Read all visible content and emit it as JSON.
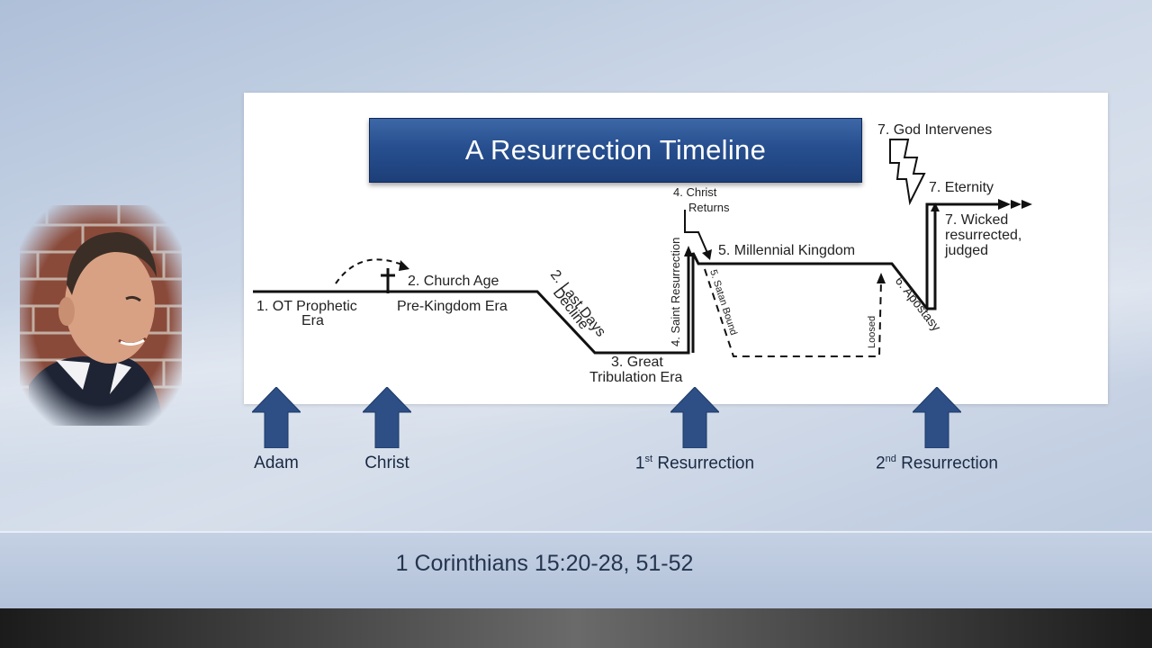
{
  "slide": {
    "title": "A Resurrection Timeline",
    "scripture_reference": "1 Corinthians 15:20-28, 51-52"
  },
  "diagram": {
    "labels": {
      "ot_prophetic_line1": "1. OT Prophetic",
      "ot_prophetic_line2": "Era",
      "church_age": "2. Church Age",
      "pre_kingdom": "Pre-Kingdom Era",
      "last_days_line1": "2. Last Days",
      "last_days_line2": "Decline",
      "great_trib_line1": "3. Great",
      "great_trib_line2": "Tribulation Era",
      "saint_resurrection": "4. Saint Resurrection",
      "christ_returns_line1": "4. Christ",
      "christ_returns_line2": "Returns",
      "millennial_kingdom": "5. Millennial Kingdom",
      "satan_bound": "5. Satan Bound",
      "loosed": "Loosed",
      "apostasy": "6. Apostasy",
      "god_intervenes": "7. God Intervenes",
      "eternity": "7. Eternity",
      "wicked_line1": "7. Wicked",
      "wicked_line2": "resurrected,",
      "wicked_line3": "judged"
    },
    "colors": {
      "banner": "#274f8f",
      "arrow_marker": "#2d4f86",
      "line": "#111111"
    }
  },
  "markers": [
    {
      "label": "Adam"
    },
    {
      "label": "Christ"
    },
    {
      "label_main": "1",
      "label_sup": "st",
      "label_rest": " Resurrection"
    },
    {
      "label_main": "2",
      "label_sup": "nd",
      "label_rest": " Resurrection"
    }
  ]
}
